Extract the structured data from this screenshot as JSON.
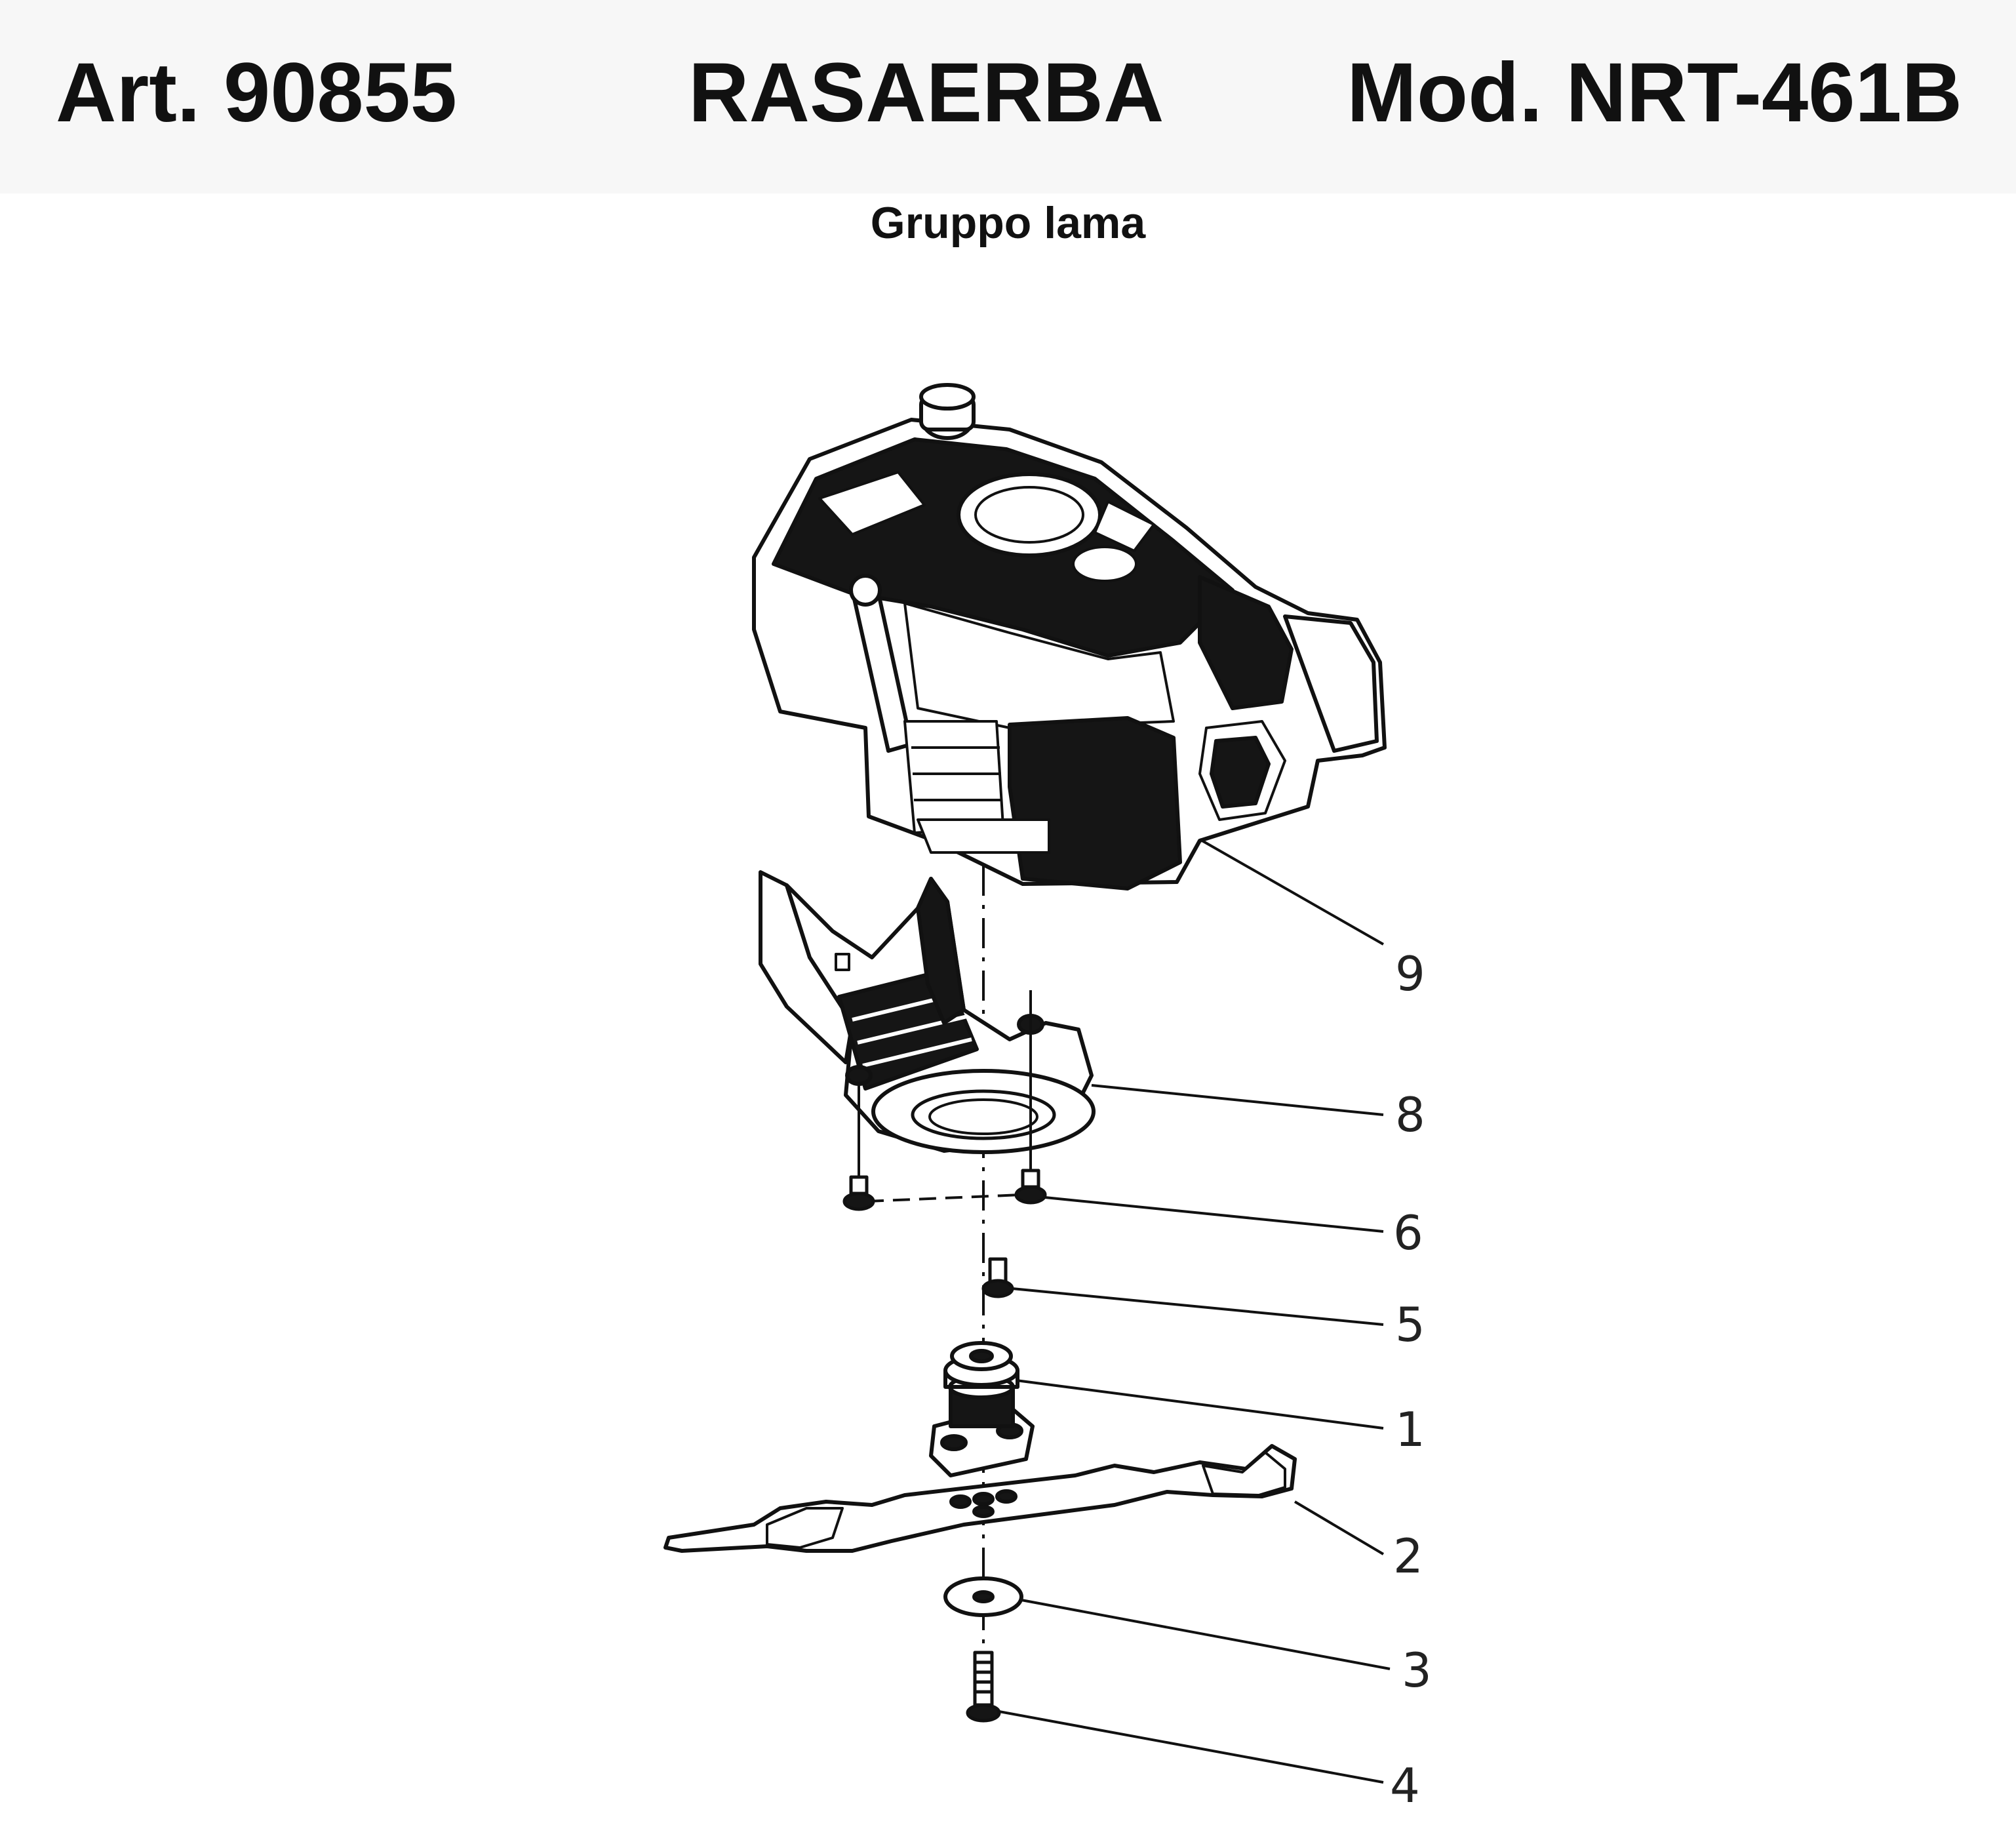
{
  "header": {
    "article": "Art. 90855",
    "title": "RASAERBA",
    "model": "Mod. NRT-461B"
  },
  "subtitle": "Gruppo lama",
  "callouts": [
    {
      "id": "engine",
      "number": "9"
    },
    {
      "id": "deflector",
      "number": "8"
    },
    {
      "id": "deflector-screws",
      "number": "6"
    },
    {
      "id": "adapter-screw",
      "number": "5"
    },
    {
      "id": "blade-adapter",
      "number": "1"
    },
    {
      "id": "blade",
      "number": "2"
    },
    {
      "id": "washer",
      "number": "3"
    },
    {
      "id": "blade-bolt",
      "number": "4"
    }
  ],
  "colors": {
    "ink": "#111111",
    "background": "#ffffff",
    "header_band": "#f7f7f7"
  }
}
